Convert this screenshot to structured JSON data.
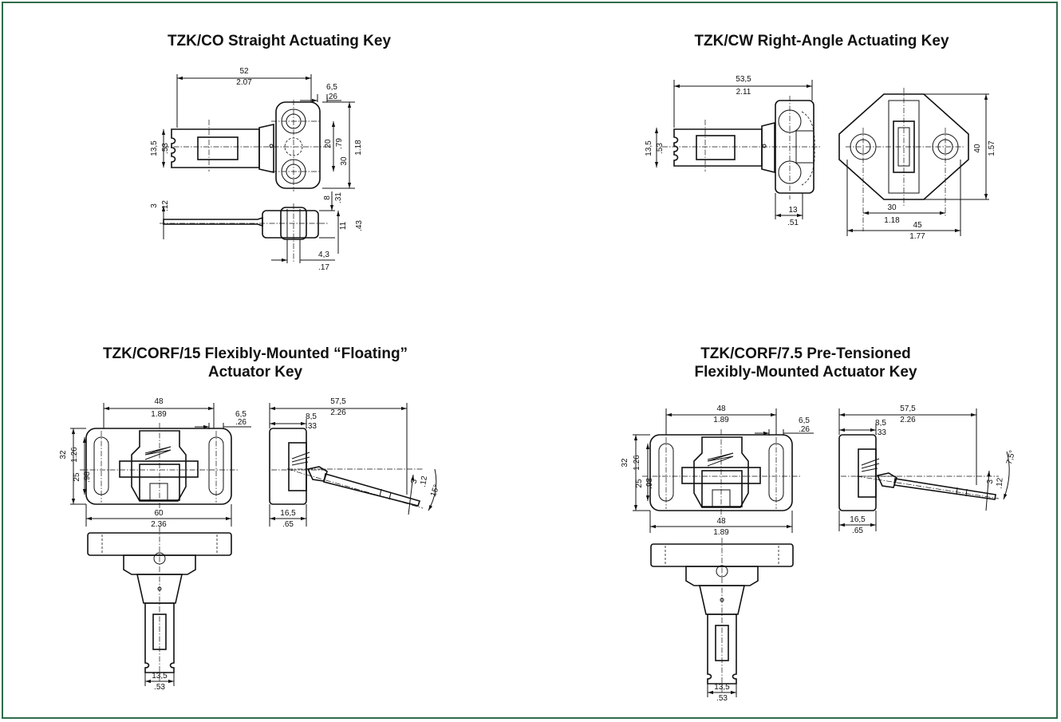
{
  "panels": {
    "tzk_co": {
      "title": "TZK/CO Straight Actuating Key",
      "dims": [
        "52",
        "2.07",
        "6,5",
        ".26",
        "13,5",
        ".53",
        "20",
        ".79",
        "30",
        "1.18",
        "3",
        ".12",
        "8",
        ".31",
        "11",
        ".43",
        "4,3",
        ".17"
      ]
    },
    "tzk_cw": {
      "title": "TZK/CW Right-Angle Actuating Key",
      "dims": [
        "53,5",
        "2.11",
        "13,5",
        ".53",
        "13",
        ".51",
        "30",
        "1.18",
        "45",
        "1.77",
        "40",
        "1.57"
      ]
    },
    "tzk_corf15": {
      "title_line1": "TZK/CORF/15 Flexibly-Mounted “Floating”",
      "title_line2": "Actuator Key",
      "dims": [
        "48",
        "1.89",
        "6,5",
        ".26",
        "32",
        "1.26",
        "25",
        ".98",
        "60",
        "2.36",
        "57,5",
        "2.26",
        "8,5",
        ".33",
        "16,5",
        ".65",
        "3",
        ".12",
        "15°",
        "13,5",
        ".53"
      ]
    },
    "tzk_corf75": {
      "title_line1": "TZK/CORF/7.5 Pre-Tensioned",
      "title_line2": "Flexibly-Mounted Actuator Key",
      "dims": [
        "48",
        "1.89",
        "6,5",
        ".26",
        "32",
        "1.26",
        "25",
        ".98",
        "48",
        "1.89",
        "57,5",
        "2.26",
        "8,5",
        ".33",
        "16,5",
        ".65",
        "3",
        ".12",
        "7,5°",
        "13,5",
        ".53"
      ]
    }
  },
  "colors": {
    "frame": "#2f6b4a",
    "ink": "#111111"
  }
}
